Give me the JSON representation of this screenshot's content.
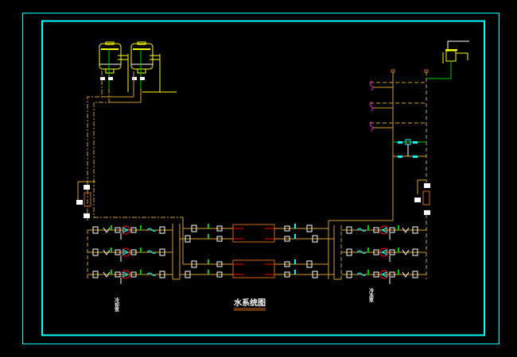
{
  "drawing": {
    "title": "水系统图",
    "labels": {
      "left_pump_group": "冷却泵",
      "right_pump_group": "冷冻泵"
    }
  },
  "colors": {
    "background": "#000000",
    "frame": "#00ffff",
    "pipe": "#d4a030",
    "pipe_dashed": "#d4a030",
    "tank": "#ffff00",
    "green_line": "#00cc00",
    "valve": "#ffffff",
    "pump_ring": "#ff0000",
    "cyan_device": "#00ffff",
    "chiller_box": "#cc6a1a",
    "chiller_tube": "#ff0000",
    "terminal": "#ff00ff"
  },
  "components": {
    "cooling_towers": 2,
    "left_pump_rows": 3,
    "chiller_units": 2,
    "right_pump_rows": 3,
    "terminal_branches": 3
  }
}
